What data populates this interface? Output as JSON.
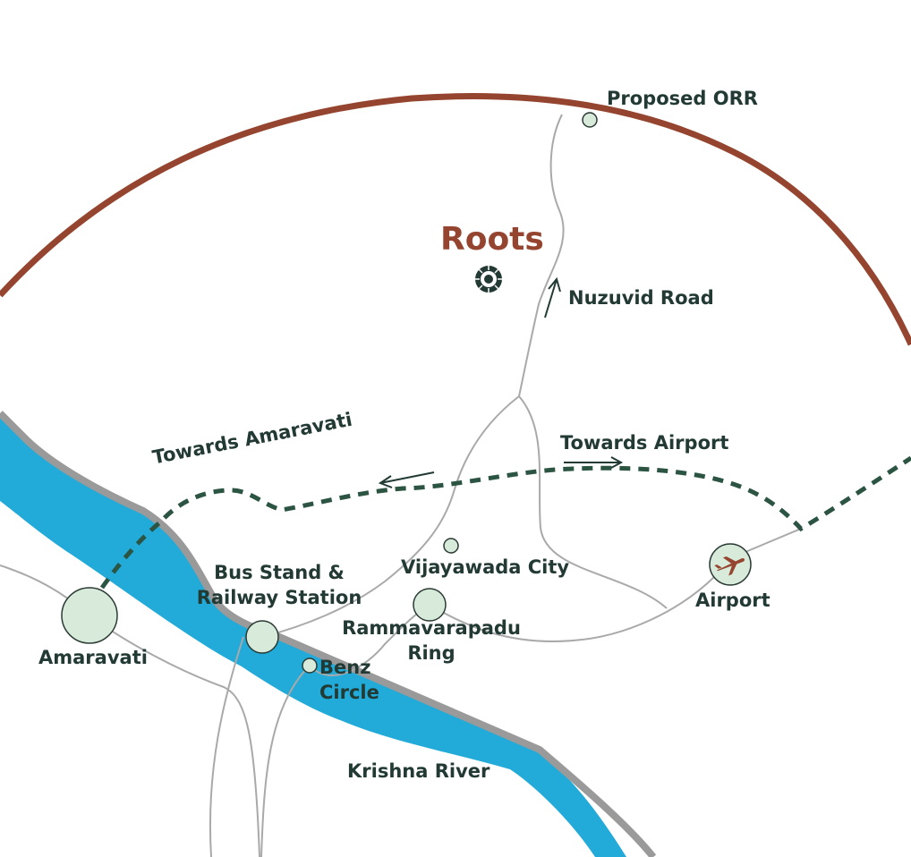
{
  "colors": {
    "ring": "#95452f",
    "river": "#22aad8",
    "river_bank": "#9a9a9a",
    "road": "#a9a9a9",
    "dashed_route": "#2c5443",
    "node_fill": "#d8ead9",
    "node_stroke": "#2a3a34",
    "text": "#223a33",
    "accent": "#95452f"
  },
  "project": {
    "name": "Roots",
    "icon": "roots-logo-icon"
  },
  "labels": {
    "proposed_orr": "Proposed ORR",
    "nuzuvid_road": "Nuzuvid Road",
    "towards_amaravati": "Towards Amaravati",
    "towards_airport": "Towards Airport",
    "vijayawada_city": "Vijayawada City",
    "bus_stand": [
      "Bus Stand &",
      "Railway Station"
    ],
    "amaravati": "Amaravati",
    "rammavarapadu": [
      "Rammavarapadu",
      "Ring"
    ],
    "benz_circle": [
      "Benz",
      "Circle"
    ],
    "airport": "Airport",
    "krishna_river": "Krishna River"
  },
  "icons": {
    "airport": "airplane-icon",
    "direction_arrows": "arrow-icon"
  }
}
